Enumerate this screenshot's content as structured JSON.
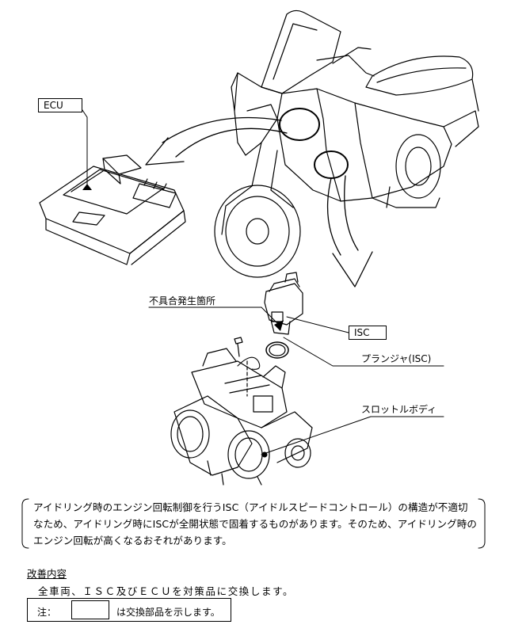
{
  "labels": {
    "ecu": "ECU",
    "defect_location": "不具合発生箇所",
    "isc": "ISC",
    "plunger": "プランジャ(ISC)",
    "throttle_body": "スロットルボディ"
  },
  "description": "アイドリング時のエンジン回転制御を行うISC（アイドルスピードコントロール）の構造が不適切なため、アイドリング時にISCが全開状態で固着するものがあります。そのため、アイドリング時のエンジン回転が高くなるおそれがあります。",
  "remedy": {
    "heading": "改善内容",
    "text": "全車両、ＩＳＣ及びＥＣＵを対策品に交換します。"
  },
  "note": {
    "label": "注：",
    "text": "は交換部品を示します。"
  }
}
